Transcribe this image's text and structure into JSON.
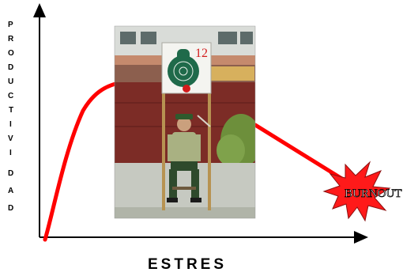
{
  "y_axis_label_letters": [
    "P",
    "R",
    "O",
    "D",
    "U",
    "C",
    "T",
    "I",
    "V",
    "I",
    "D",
    "A",
    "D"
  ],
  "x_axis_label": "ESTRES",
  "burnout_label": "BURNOUT",
  "photo": {
    "icon": "shooting-target-photo",
    "target_number": "12"
  },
  "colors": {
    "curve": "#ff0000",
    "axes": "#000000",
    "burst_fill": "#ff1a1a",
    "burst_outline": "#8a1010"
  }
}
